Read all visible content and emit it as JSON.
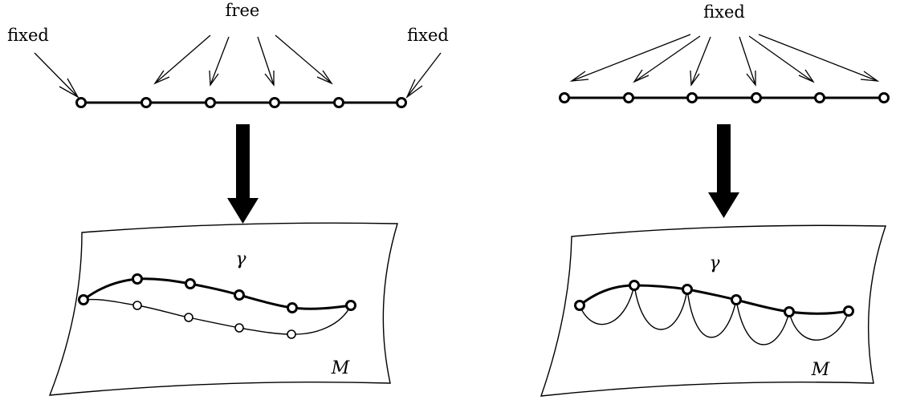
{
  "left_panel": {
    "label_top": "free",
    "label_left": "fixed",
    "label_right": "fixed",
    "curve_label": "γ",
    "manifold_label": "M"
  },
  "right_panel": {
    "label_top": "fixed",
    "curve_label": "γ",
    "manifold_label": "M"
  }
}
